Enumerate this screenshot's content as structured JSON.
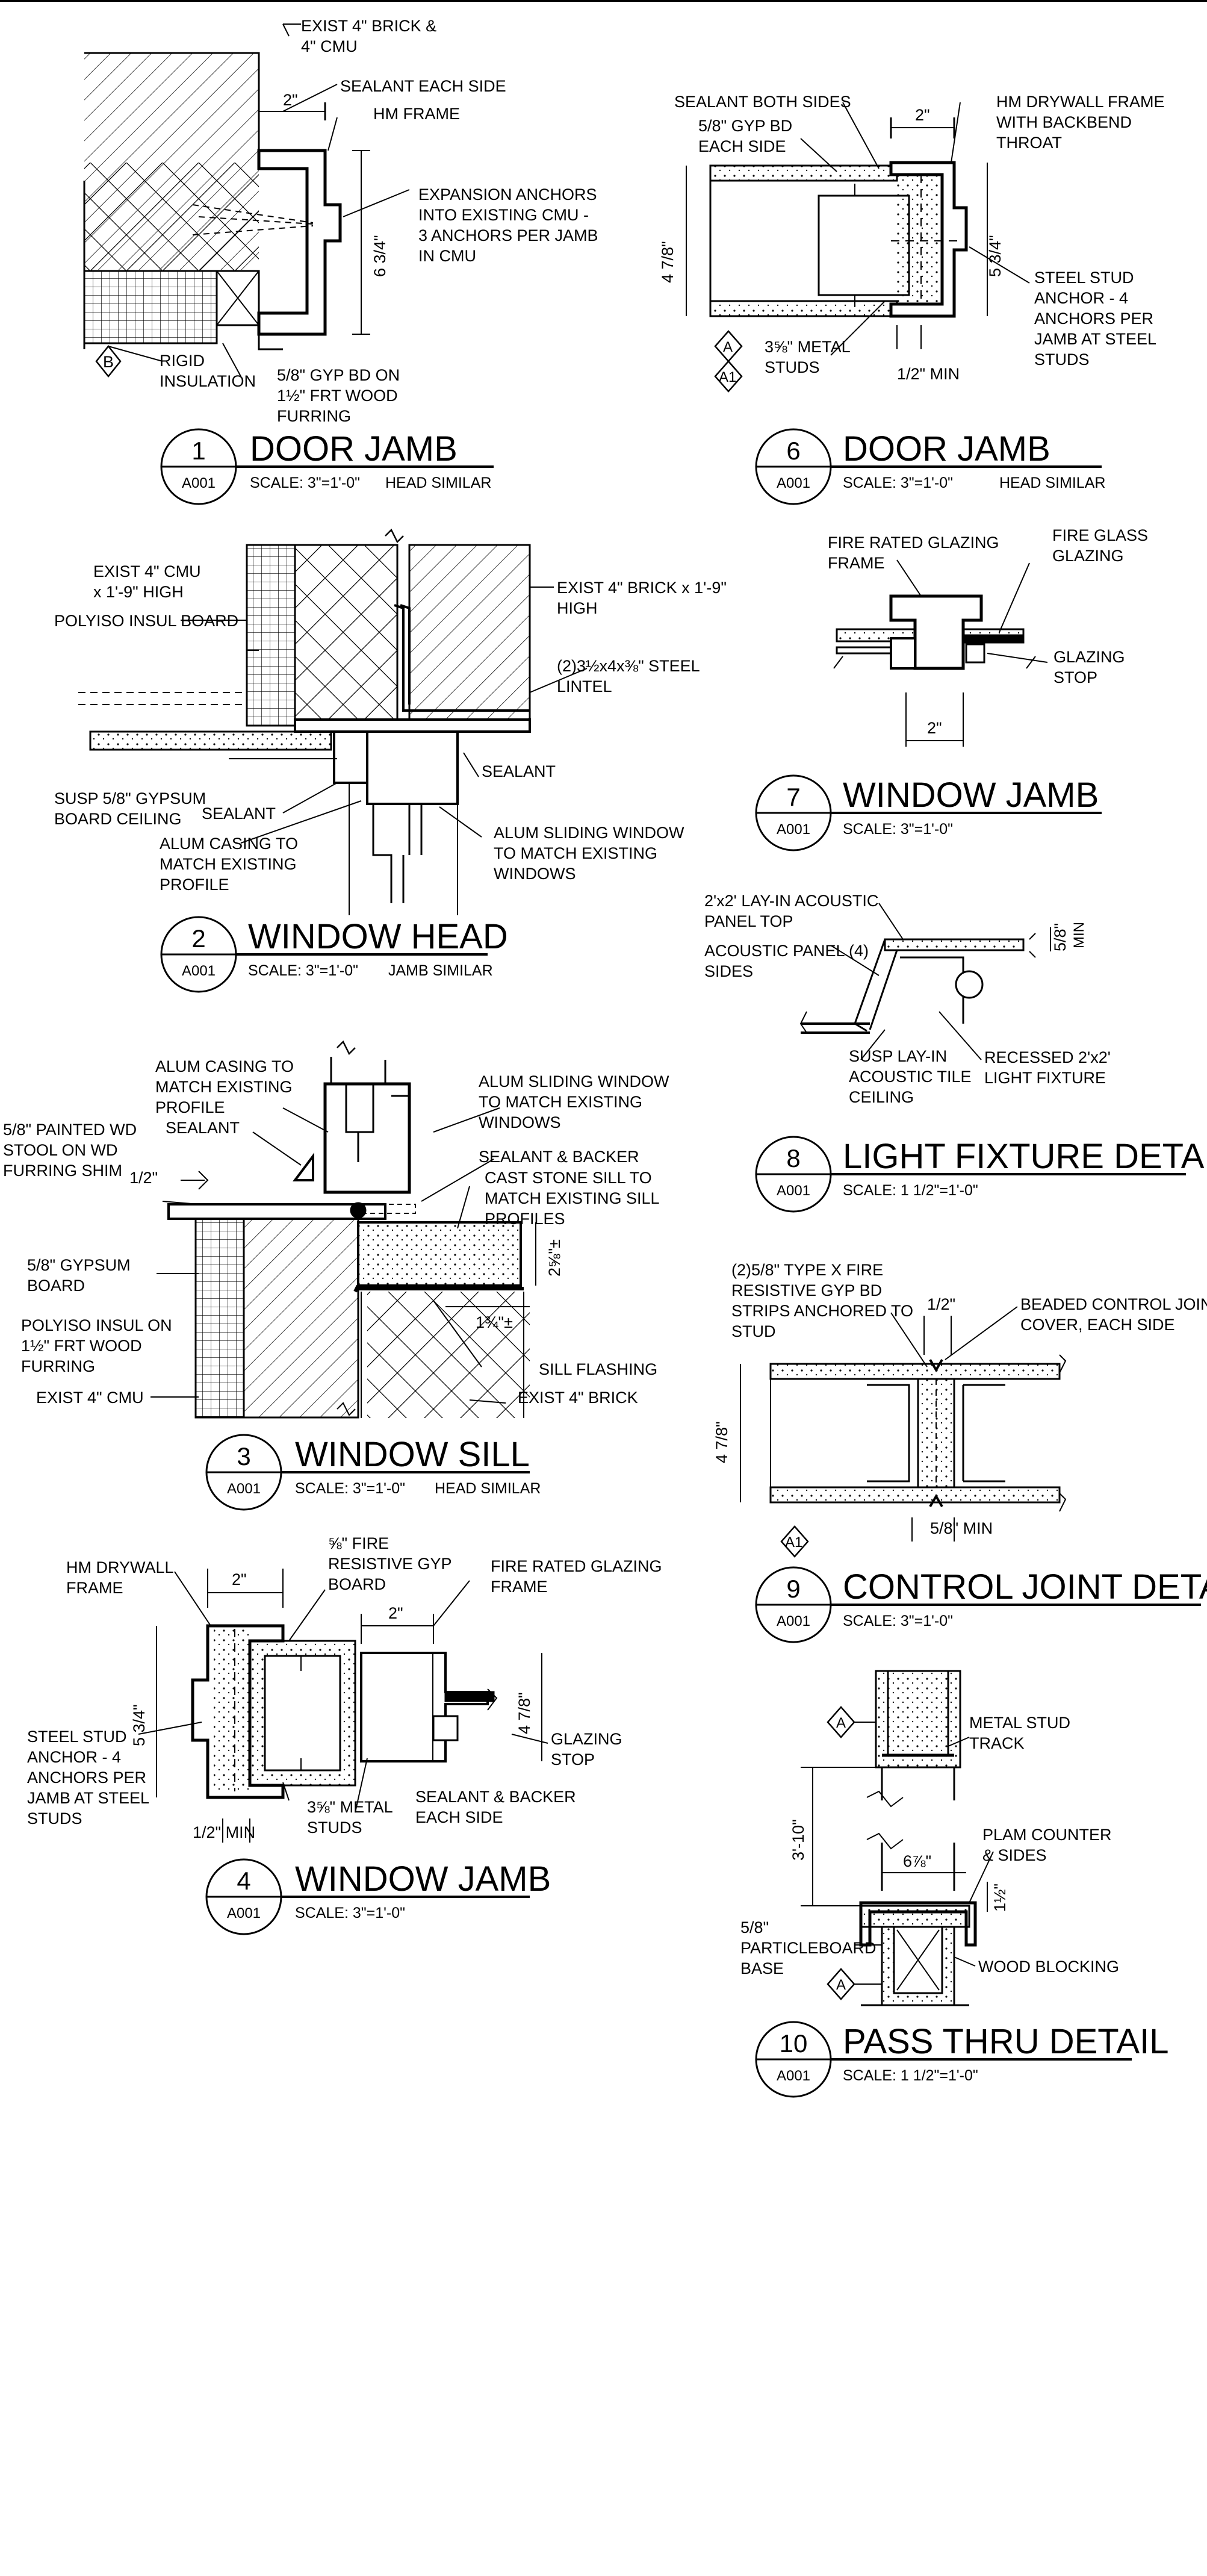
{
  "colors": {
    "ink": "#000000",
    "paper": "#ffffff"
  },
  "details": [
    {
      "num": "1",
      "sheet": "A001",
      "title": "DOOR JAMB",
      "scale": "SCALE: 3\"=1'-0\"",
      "note": "HEAD SIMILAR",
      "labels": {
        "brick": "EXIST 4\" BRICK &",
        "brick2": "4\" CMU",
        "sealant": "SEALANT EACH SIDE",
        "frame": "HM FRAME",
        "anchors1": "EXPANSION ANCHORS",
        "anchors2": "INTO EXISTING CMU -",
        "anchors3": "3 ANCHORS PER JAMB",
        "anchors4": "IN CMU",
        "rigid1": "RIGID",
        "rigid2": "INSULATION",
        "gyp1": "5/8\" GYP BD ON",
        "gyp2": "1½\" FRT WOOD",
        "gyp3": "FURRING",
        "dim_2": "2\"",
        "dim_634": "6 3/4\"",
        "tag_b": "B"
      }
    },
    {
      "num": "6",
      "sheet": "A001",
      "title": "DOOR JAMB",
      "scale": "SCALE: 3\"=1'-0\"",
      "note": "HEAD SIMILAR",
      "labels": {
        "sealant": "SEALANT BOTH SIDES",
        "gyp1": "5/8\" GYP BD",
        "gyp2": "EACH SIDE",
        "frame1": "HM DRYWALL FRAME",
        "frame2": "WITH BACKBEND",
        "frame3": "THROAT",
        "anchor1": "STEEL STUD",
        "anchor2": "ANCHOR - 4",
        "anchor3": "ANCHORS PER",
        "anchor4": "JAMB AT  STEEL",
        "anchor5": "STUDS",
        "studs1": "3⅝\" METAL",
        "studs2": "STUDS",
        "min": "1/2\" MIN",
        "dim_2": "2\"",
        "dim_478": "4 7/8\"",
        "dim_534": "5 3/4\"",
        "tag_a": "A",
        "tag_a1": "A1"
      }
    },
    {
      "num": "2",
      "sheet": "A001",
      "title": "WINDOW HEAD",
      "scale": "SCALE: 3\"=1'-0\"",
      "note": "JAMB SIMILAR",
      "labels": {
        "cmu1": "EXIST 4\" CMU",
        "cmu2": "x 1'-9\" HIGH",
        "polyiso": "POLYISO INSUL BOARD",
        "brick1": "EXIST 4\" BRICK x 1'-9\"",
        "brick2": "HIGH",
        "lintel1": "(2)3½x4x⅜\" STEEL",
        "lintel2": "LINTEL",
        "sealant": "SEALANT",
        "susp1": "SUSP 5/8\" GYPSUM",
        "susp2": "BOARD CEILING",
        "sealant2": "SEALANT",
        "casing1": "ALUM CASING TO",
        "casing2": "MATCH EXISTING",
        "casing3": "PROFILE",
        "window1": "ALUM SLIDING WINDOW",
        "window2": "TO MATCH EXISTING",
        "window3": "WINDOWS"
      }
    },
    {
      "num": "7",
      "sheet": "A001",
      "title": "WINDOW JAMB",
      "scale": "SCALE: 3\"=1'-0\"",
      "note": "",
      "labels": {
        "frame1": "FIRE RATED GLAZING",
        "frame2": "FRAME",
        "glass1": "FIRE GLASS",
        "glass2": "GLAZING",
        "stop1": "GLAZING",
        "stop2": "STOP",
        "dim_2": "2\""
      }
    },
    {
      "num": "3",
      "sheet": "A001",
      "title": "WINDOW SILL",
      "scale": "SCALE: 3\"=1'-0\"",
      "note": "HEAD SIMILAR",
      "labels": {
        "casing1": "ALUM CASING TO",
        "casing2": "MATCH EXISTING",
        "casing3": "PROFILE",
        "window1": "ALUM SLIDING WINDOW",
        "window2": "TO MATCH EXISTING",
        "window3": "WINDOWS",
        "stool1": "5/8\" PAINTED WD",
        "stool2": "STOOL ON WD",
        "stool3": "FURRING SHIM",
        "sealant": "SEALANT",
        "backer": "SEALANT & BACKER",
        "stone1": "CAST STONE SILL TO",
        "stone2": "MATCH EXISTING SILL",
        "stone3": "PROFILES",
        "gyp1": "5/8\" GYPSUM",
        "gyp2": "BOARD",
        "polyiso1": "POLYISO INSUL ON",
        "polyiso2": "1½\" FRT WOOD",
        "polyiso3": "FURRING",
        "cmu": "EXIST 4\" CMU",
        "brick": "EXIST 4\" BRICK",
        "flashing": "SILL FLASHING",
        "dim_12": "1/2\"",
        "dim_258": "2⅝\"±",
        "dim_134": "1¾\"±"
      }
    },
    {
      "num": "8",
      "sheet": "A001",
      "title": "LIGHT FIXTURE DETAIL",
      "scale": "SCALE: 1 1/2\"=1'-0\"",
      "note": "",
      "labels": {
        "top1": "2'x2' LAY-IN ACOUSTIC",
        "top2": "PANEL TOP",
        "sides1": "ACOUSTIC PANEL (4)",
        "sides2": "SIDES",
        "ceil1": "SUSP LAY-IN",
        "ceil2": "ACOUSTIC TILE",
        "ceil3": "CEILING",
        "fix1": "RECESSED 2'x2'",
        "fix2": "LIGHT FIXTURE",
        "dim_58": "5/8\"",
        "dim_min": "MIN"
      }
    },
    {
      "num": "9",
      "sheet": "A001",
      "title": "CONTROL JOINT DETAIL",
      "scale": "SCALE: 3\"=1'-0\"",
      "note": "",
      "labels": {
        "gyp1": "(2)5/8\" TYPE X FIRE",
        "gyp2": "RESISTIVE GYP BD",
        "gyp3": "STRIPS ANCHORED TO",
        "gyp4": "STUD",
        "bead1": "BEADED CONTROL JOINT",
        "bead2": "COVER, EACH SIDE",
        "dim_12": "1/2\"",
        "dim_478": "4 7/8\"",
        "min": "5/8\" MIN",
        "tag_a1": "A1"
      }
    },
    {
      "num": "4",
      "sheet": "A001",
      "title": "WINDOW JAMB",
      "scale": "SCALE: 3\"=1'-0\"",
      "note": "",
      "labels": {
        "frame1": "HM DRYWALL",
        "frame2": "FRAME",
        "fire1": "⅝\" FIRE",
        "fire2": "RESISTIVE GYP",
        "fire3": "BOARD",
        "glz1": "FIRE RATED GLAZING",
        "glz2": "FRAME",
        "anchor1": "STEEL STUD",
        "anchor2": "ANCHOR - 4",
        "anchor3": "ANCHORS PER",
        "anchor4": "JAMB AT STEEL",
        "anchor5": "STUDS",
        "stop1": "GLAZING",
        "stop2": "STOP",
        "studs1": "3⅝\" METAL",
        "studs2": "STUDS",
        "min": "1/2\" MIN",
        "backer1": "SEALANT & BACKER",
        "backer2": "EACH SIDE",
        "dim_2a": "2\"",
        "dim_2b": "2\"",
        "dim_534": "5 3/4\"",
        "dim_478": "4 7/8\""
      }
    },
    {
      "num": "10",
      "sheet": "A001",
      "title": "PASS THRU DETAIL",
      "scale": "SCALE: 1 1/2\"=1'-0\"",
      "note": "",
      "labels": {
        "track1": "METAL STUD",
        "track2": "TRACK",
        "plam1": "PLAM COUNTER",
        "plam2": "& SIDES",
        "pb1": "5/8\"",
        "pb2": "PARTICLEBOARD",
        "pb3": "BASE",
        "wood": "WOOD BLOCKING",
        "dim_310": "3'-10\"",
        "dim_678": "6⅞\"",
        "dim_12": "1½\"",
        "tag_a": "A",
        "tag_a2": "A"
      }
    }
  ]
}
